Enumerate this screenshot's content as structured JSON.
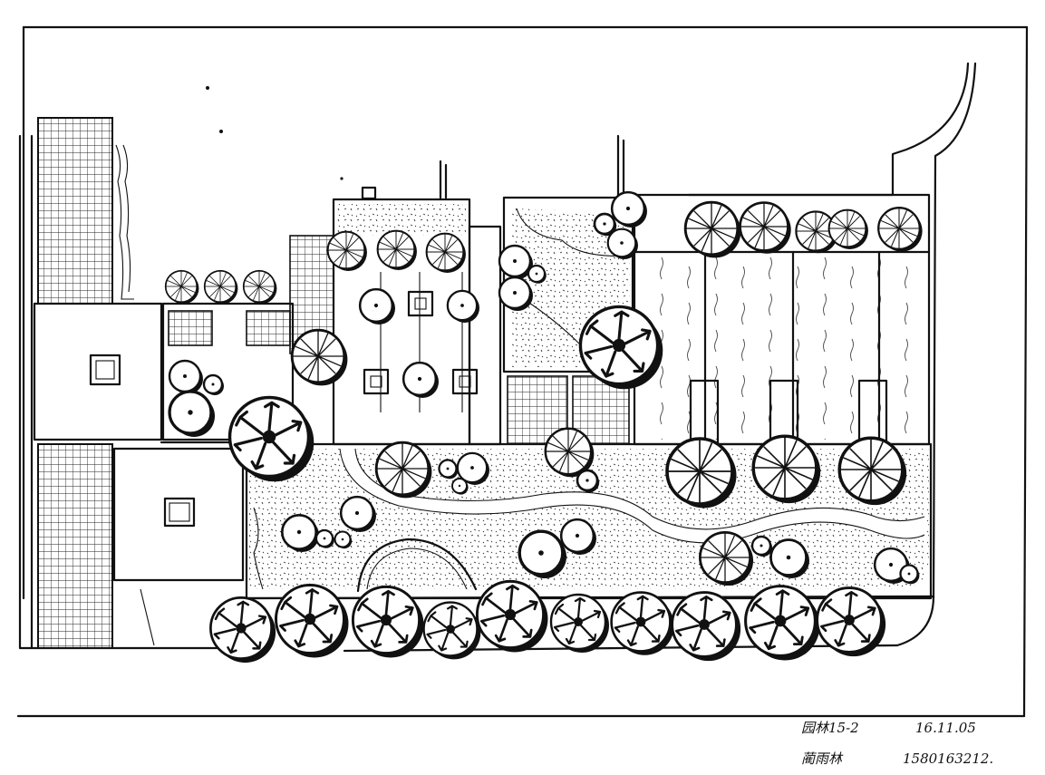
{
  "drawing": {
    "ink_color": "#111111",
    "paper_color": "#ffffff"
  },
  "title_block": {
    "line1_left": "园林15-2",
    "line1_right": "16.11.05",
    "line2_left": "蔺雨林",
    "line2_right": "1580163212."
  }
}
